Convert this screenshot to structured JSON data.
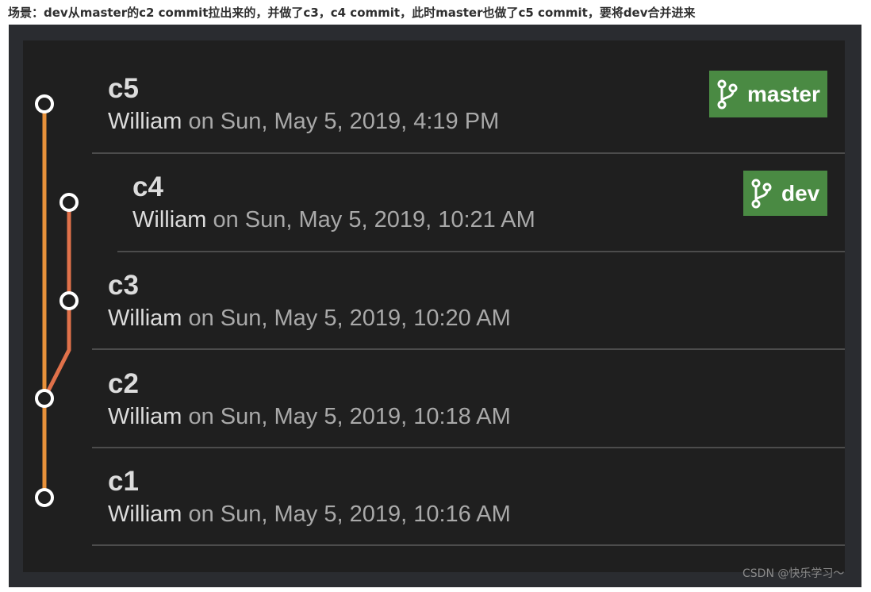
{
  "caption": "场景：dev从master的c2 commit拉出来的，并做了c3，c4 commit，此时master也做了c5 commit，要将dev合并进来",
  "colors": {
    "master_line": "#e8913a",
    "dev_line": "#e0714a",
    "node_fill": "#1f1f1f",
    "node_stroke": "#ffffff",
    "tag_bg": "#4a8a43"
  },
  "commits": [
    {
      "message": "c5",
      "author": "William",
      "date": " on Sun, May 5, 2019, 4:19 PM",
      "branch": "master"
    },
    {
      "message": "c4",
      "author": "William",
      "date": " on Sun, May 5, 2019, 10:21 AM",
      "branch": "dev"
    },
    {
      "message": "c3",
      "author": "William",
      "date": " on Sun, May 5, 2019, 10:20 AM",
      "branch": "dev"
    },
    {
      "message": "c2",
      "author": "William",
      "date": " on Sun, May 5, 2019, 10:18 AM",
      "branch": "master"
    },
    {
      "message": "c1",
      "author": "William",
      "date": " on Sun, May 5, 2019, 10:16 AM",
      "branch": "master"
    }
  ],
  "tags": {
    "master": {
      "label": "master",
      "icon": "git-branch-icon"
    },
    "dev": {
      "label": "dev",
      "icon": "git-branch-icon"
    }
  },
  "watermark": "CSDN @快乐学习～"
}
